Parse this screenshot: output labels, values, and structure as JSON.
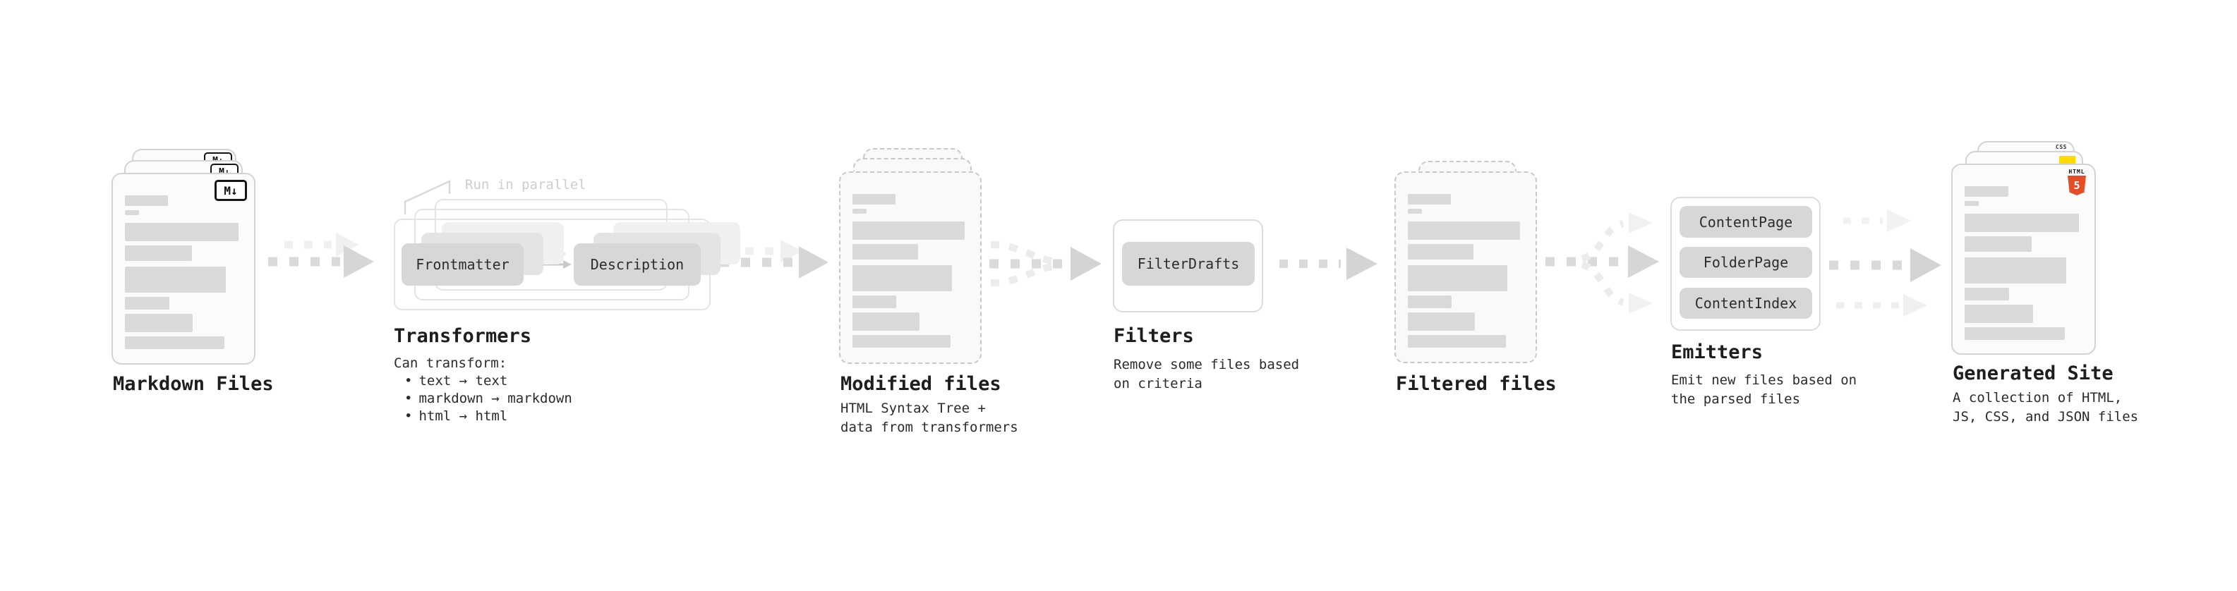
{
  "colors": {
    "card_border": "#d3d3d3",
    "dashed_border": "#c8c8c8",
    "content_bar": "#d9d9d9",
    "pill_bg": "#d7d7d7",
    "arrow_main": "#d6d6d6",
    "arrow_light": "#f0f0f0",
    "annotation_gray": "#cdcdcd",
    "css_blue": "#2f6bdf",
    "js_yellow": "#ffdb00",
    "html5_orange": "#e44d26"
  },
  "stages": {
    "markdown": {
      "label": "Markdown Files",
      "badge": "M↓"
    },
    "transformers": {
      "title": "Transformers",
      "annotation": "Run in parallel",
      "pills": [
        "Frontmatter",
        "Description"
      ],
      "body_heading": "Can transform:",
      "bullet_glyph": "•",
      "bullets": [
        "text → text",
        "markdown → markdown",
        "html → html"
      ]
    },
    "modified": {
      "label": "Modified files",
      "sublines": [
        "HTML Syntax Tree +",
        "data from transformers"
      ]
    },
    "filters": {
      "title": "Filters",
      "pill": "FilterDrafts",
      "sublines": [
        "Remove some files based",
        "on criteria"
      ]
    },
    "filtered": {
      "label": "Filtered files"
    },
    "emitters": {
      "title": "Emitters",
      "pills": [
        "ContentPage",
        "FolderPage",
        "ContentIndex"
      ],
      "sublines": [
        "Emit new files based on",
        "the parsed files"
      ]
    },
    "generated": {
      "label": "Generated Site",
      "sublines": [
        "A collection of HTML,",
        "JS, CSS, and JSON files"
      ],
      "badges": {
        "css": "CSS",
        "html_label": "HTML",
        "html_number": "5"
      }
    }
  },
  "file_card_bars": [
    {
      "w": 37,
      "h": 15
    },
    {
      "w": 12,
      "h": 7,
      "mb": 11
    },
    {
      "w": 97,
      "h": 26
    },
    {
      "w": 57,
      "h": 22,
      "mb": 8
    },
    {
      "w": 86,
      "h": 37
    },
    {
      "w": 38,
      "h": 18
    },
    {
      "w": 58,
      "h": 26
    },
    {
      "w": 85,
      "h": 18
    }
  ]
}
